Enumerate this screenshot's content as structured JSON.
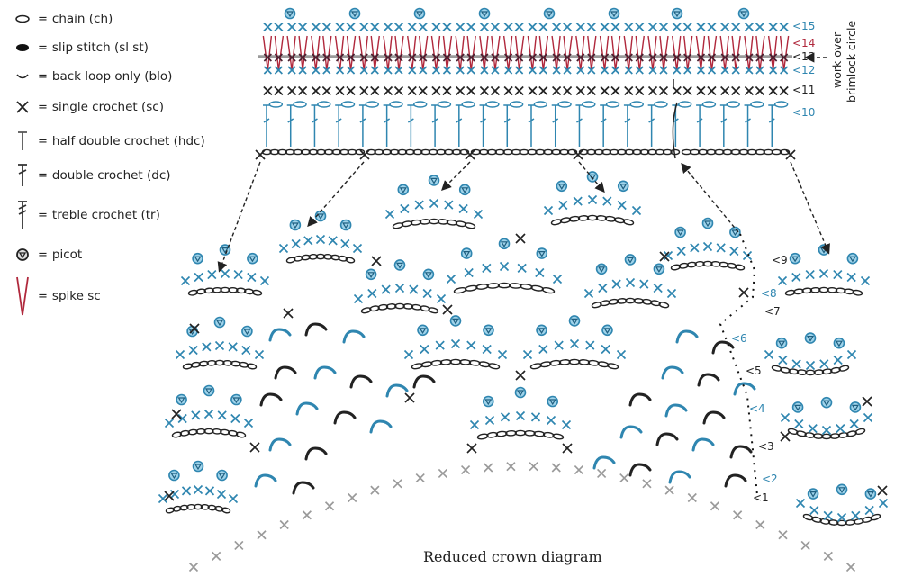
{
  "legend": [
    {
      "icon": "chain-icon",
      "equals": "=",
      "label": "chain (ch)"
    },
    {
      "icon": "slip-stitch-icon",
      "equals": "=",
      "label": "slip stitch (sl st)"
    },
    {
      "icon": "back-loop-only-icon",
      "equals": "=",
      "label": "back loop only (blo)"
    },
    {
      "icon": "single-crochet-icon",
      "equals": "=",
      "label": "single crochet (sc)"
    },
    {
      "icon": "half-double-crochet-icon",
      "equals": "=",
      "label": "half double crochet (hdc)"
    },
    {
      "icon": "double-crochet-icon",
      "equals": "=",
      "label": "double crochet (dc)"
    },
    {
      "icon": "treble-crochet-icon",
      "equals": "=",
      "label": "treble crochet (tr)"
    },
    {
      "icon": "picot-icon",
      "equals": "=",
      "label": "picot"
    },
    {
      "icon": "spike-sc-icon",
      "equals": "=",
      "label": "spike sc"
    }
  ],
  "brim_rows": [
    {
      "label": "<15",
      "color": "#2f86b0"
    },
    {
      "label": "<14",
      "color": "#b0283c"
    },
    {
      "label": "<13",
      "color": "#222222"
    },
    {
      "label": "<12",
      "color": "#2f86b0"
    },
    {
      "label": "<11",
      "color": "#222222"
    },
    {
      "label": "<10",
      "color": "#2f86b0"
    }
  ],
  "crown_rows": [
    {
      "label": "<9",
      "color": "#222222"
    },
    {
      "label": "<8",
      "color": "#2f86b0"
    },
    {
      "label": "<7",
      "color": "#222222"
    },
    {
      "label": "<6",
      "color": "#2f86b0"
    },
    {
      "label": "<5",
      "color": "#222222"
    },
    {
      "label": "<4",
      "color": "#2f86b0"
    },
    {
      "label": "<3",
      "color": "#222222"
    },
    {
      "label": "<2",
      "color": "#2f86b0"
    },
    {
      "label": "<1",
      "color": "#222222"
    }
  ],
  "side_note": {
    "line1": "work over",
    "line2": "brimlock circle"
  },
  "caption": "Reduced crown diagram",
  "colors": {
    "blue": "#2f86b0",
    "blue_fill": "#9fd3ea",
    "red": "#b0283c",
    "black": "#222222",
    "gray": "#9a9a9a",
    "brimlock_line": "#9a9a9a"
  }
}
